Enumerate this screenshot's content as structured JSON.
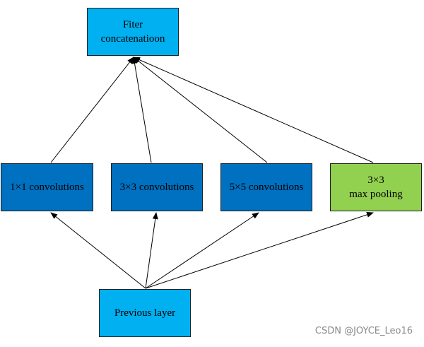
{
  "diagram": {
    "nodes": {
      "concat": {
        "lines": [
          "Fiter",
          "concatenatioon"
        ],
        "fill": "#00b0f0"
      },
      "conv1": {
        "lines": [
          "1×1 convolutions"
        ],
        "fill": "#0070c0"
      },
      "conv3": {
        "lines": [
          "3×3 convolutions"
        ],
        "fill": "#0070c0"
      },
      "conv5": {
        "lines": [
          "5×5 convolutions"
        ],
        "fill": "#0070c0"
      },
      "pool": {
        "lines": [
          "3×3",
          "max pooling"
        ],
        "fill": "#92d050"
      },
      "previous": {
        "lines": [
          "Previous layer"
        ],
        "fill": "#00b0f0"
      }
    },
    "edges": [
      {
        "from": "previous",
        "to": "conv1"
      },
      {
        "from": "previous",
        "to": "conv3"
      },
      {
        "from": "previous",
        "to": "conv5"
      },
      {
        "from": "previous",
        "to": "pool"
      },
      {
        "from": "conv1",
        "to": "concat"
      },
      {
        "from": "conv3",
        "to": "concat"
      },
      {
        "from": "conv5",
        "to": "concat"
      },
      {
        "from": "pool",
        "to": "concat"
      }
    ],
    "line_color": "#000000"
  },
  "watermark": "CSDN @JOYCE_Leo16"
}
